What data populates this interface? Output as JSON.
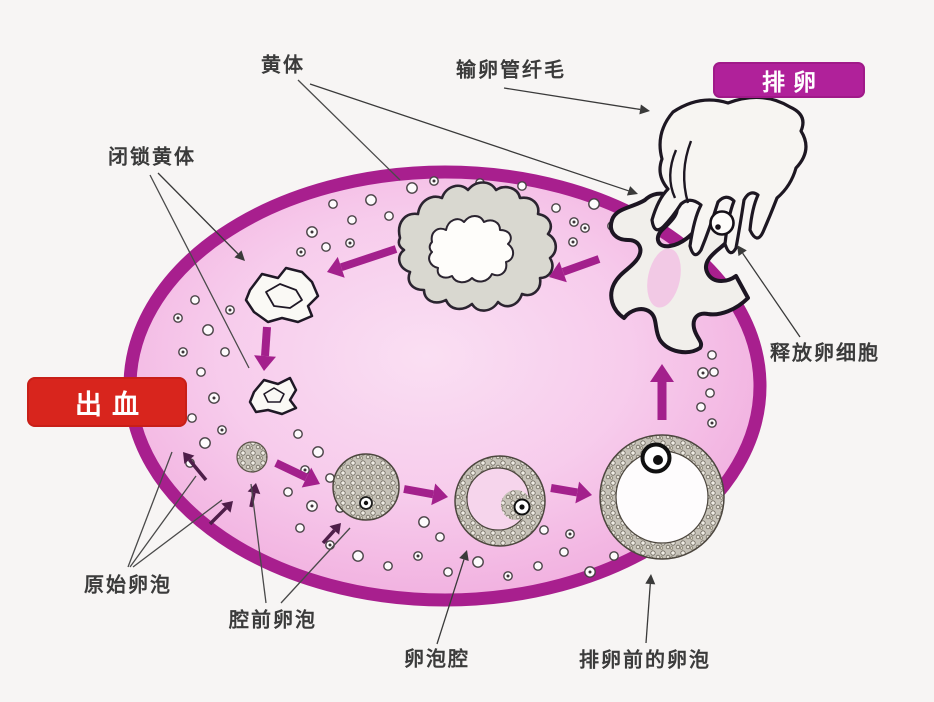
{
  "labels": {
    "corpus_luteum": "黄体",
    "tube_cilia": "输卵管纤毛",
    "ovulation": "排卵",
    "atretic_corpus_luteum": "闭锁黄体",
    "bleeding": "出血",
    "release_egg": "释放卵细胞",
    "primordial_follicle": "原始卵泡",
    "preantral_follicle": "腔前卵泡",
    "follicular_antrum": "卵泡腔",
    "preovulatory_follicle": "排卵前的卵泡"
  },
  "colors": {
    "ovary_border": "#a81f8e",
    "ovary_fill_center": "#fadef2",
    "ovary_fill_edge": "#efa8db",
    "arrow": "#a3208c",
    "small_arrow": "#4e1e49",
    "ovulation_badge_bg": "#b0219a",
    "bleeding_badge_bg": "#d8251d",
    "badge_text": "#ffffff",
    "label_text": "#3b3b3b"
  }
}
